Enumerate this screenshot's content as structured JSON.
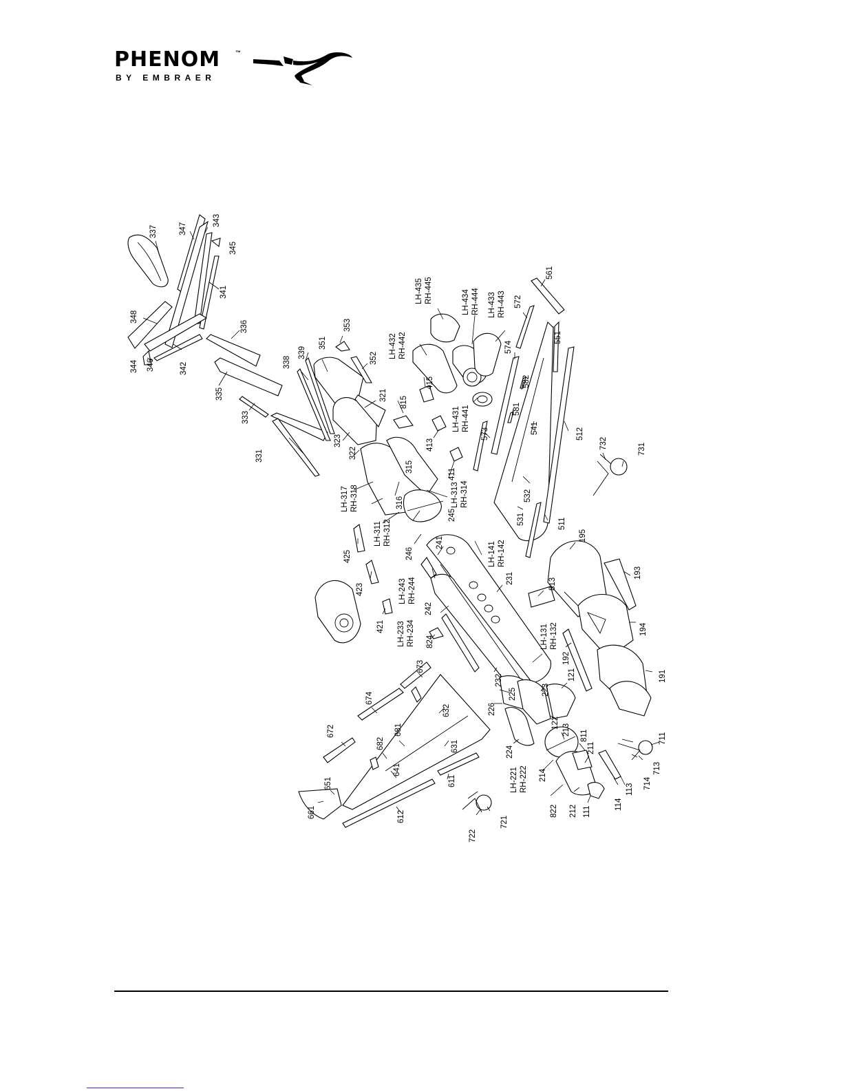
{
  "logo": {
    "brand": "PHENOM",
    "trademark": "™",
    "subtitle": "BY EMBRAER"
  },
  "callouts": [
    {
      "id": "c337",
      "text": "337"
    },
    {
      "id": "c347",
      "text": "347"
    },
    {
      "id": "c343",
      "text": "343"
    },
    {
      "id": "c345",
      "text": "345"
    },
    {
      "id": "c341",
      "text": "341"
    },
    {
      "id": "c348",
      "text": "348"
    },
    {
      "id": "c344",
      "text": "344"
    },
    {
      "id": "c346",
      "text": "346"
    },
    {
      "id": "c342",
      "text": "342"
    },
    {
      "id": "c336",
      "text": "336"
    },
    {
      "id": "c338",
      "text": "338"
    },
    {
      "id": "c339",
      "text": "339"
    },
    {
      "id": "c335",
      "text": "335"
    },
    {
      "id": "c333",
      "text": "333"
    },
    {
      "id": "c331",
      "text": "331"
    },
    {
      "id": "c351",
      "text": "351"
    },
    {
      "id": "c353",
      "text": "353"
    },
    {
      "id": "c352",
      "text": "352"
    },
    {
      "id": "c321",
      "text": "321"
    },
    {
      "id": "c323",
      "text": "323"
    },
    {
      "id": "c322",
      "text": "322"
    },
    {
      "id": "c815",
      "text": "815"
    },
    {
      "id": "c415",
      "text": "415"
    },
    {
      "id": "c413",
      "text": "413"
    },
    {
      "id": "c411",
      "text": "411"
    },
    {
      "id": "c315",
      "text": "315"
    },
    {
      "id": "c316",
      "text": "316"
    },
    {
      "id": "c317",
      "text": "LH-317"
    },
    {
      "id": "c318",
      "text": "RH-318"
    },
    {
      "id": "c313",
      "text": "LH-313"
    },
    {
      "id": "c314",
      "text": "RH-314"
    },
    {
      "id": "c311",
      "text": "LH-311"
    },
    {
      "id": "c312",
      "text": "RH-312"
    },
    {
      "id": "c425",
      "text": "425"
    },
    {
      "id": "c423",
      "text": "423"
    },
    {
      "id": "c421",
      "text": "421"
    },
    {
      "id": "c246",
      "text": "246"
    },
    {
      "id": "c245",
      "text": "245"
    },
    {
      "id": "c241",
      "text": "241"
    },
    {
      "id": "c243",
      "text": "LH-243"
    },
    {
      "id": "c244",
      "text": "RH-244"
    },
    {
      "id": "c242",
      "text": "242"
    },
    {
      "id": "c233",
      "text": "LH-233"
    },
    {
      "id": "c234",
      "text": "RH-234"
    },
    {
      "id": "c824",
      "text": "824"
    },
    {
      "id": "c231",
      "text": "231"
    },
    {
      "id": "c141",
      "text": "LH-141"
    },
    {
      "id": "c142",
      "text": "RH-142"
    },
    {
      "id": "c131",
      "text": "LH-131"
    },
    {
      "id": "c132",
      "text": "RH-132"
    },
    {
      "id": "c813",
      "text": "813"
    },
    {
      "id": "c232",
      "text": "232"
    },
    {
      "id": "c225",
      "text": "225"
    },
    {
      "id": "c226",
      "text": "226"
    },
    {
      "id": "c223",
      "text": "223"
    },
    {
      "id": "c121",
      "text": "121"
    },
    {
      "id": "c122",
      "text": "122"
    },
    {
      "id": "c224",
      "text": "224"
    },
    {
      "id": "c213",
      "text": "213"
    },
    {
      "id": "c811",
      "text": "811"
    },
    {
      "id": "c211",
      "text": "211"
    },
    {
      "id": "c214",
      "text": "214"
    },
    {
      "id": "c221",
      "text": "LH-221"
    },
    {
      "id": "c222",
      "text": "RH-222"
    },
    {
      "id": "c822",
      "text": "822"
    },
    {
      "id": "c212",
      "text": "212"
    },
    {
      "id": "c111",
      "text": "111"
    },
    {
      "id": "c114",
      "text": "114"
    },
    {
      "id": "c113",
      "text": "113"
    },
    {
      "id": "c714",
      "text": "714"
    },
    {
      "id": "c713",
      "text": "713"
    },
    {
      "id": "c711",
      "text": "711"
    },
    {
      "id": "c435",
      "text": "LH-435"
    },
    {
      "id": "c445",
      "text": "RH-445"
    },
    {
      "id": "c434",
      "text": "LH-434"
    },
    {
      "id": "c444",
      "text": "RH-444"
    },
    {
      "id": "c433",
      "text": "LH-433"
    },
    {
      "id": "c443",
      "text": "RH-443"
    },
    {
      "id": "c432",
      "text": "LH-432"
    },
    {
      "id": "c442",
      "text": "RH-442"
    },
    {
      "id": "c431",
      "text": "LH-431"
    },
    {
      "id": "c441",
      "text": "RH-441"
    },
    {
      "id": "c561",
      "text": "561"
    },
    {
      "id": "c572",
      "text": "572"
    },
    {
      "id": "c551",
      "text": "551"
    },
    {
      "id": "c574",
      "text": "574"
    },
    {
      "id": "c582",
      "text": "582"
    },
    {
      "id": "c581",
      "text": "581"
    },
    {
      "id": "c573",
      "text": "573"
    },
    {
      "id": "c541",
      "text": "541"
    },
    {
      "id": "c512",
      "text": "512"
    },
    {
      "id": "c532",
      "text": "532"
    },
    {
      "id": "c531",
      "text": "531"
    },
    {
      "id": "c511",
      "text": "511"
    },
    {
      "id": "c732",
      "text": "732"
    },
    {
      "id": "c731",
      "text": "731"
    },
    {
      "id": "c195",
      "text": "195"
    },
    {
      "id": "c193",
      "text": "193"
    },
    {
      "id": "c194",
      "text": "194"
    },
    {
      "id": "c192",
      "text": "192"
    },
    {
      "id": "c191",
      "text": "191"
    },
    {
      "id": "c673",
      "text": "673"
    },
    {
      "id": "c674",
      "text": "674"
    },
    {
      "id": "c632",
      "text": "632"
    },
    {
      "id": "c672",
      "text": "672"
    },
    {
      "id": "c681",
      "text": "681"
    },
    {
      "id": "c682",
      "text": "682"
    },
    {
      "id": "c641",
      "text": "641"
    },
    {
      "id": "c631",
      "text": "631"
    },
    {
      "id": "c651",
      "text": "651"
    },
    {
      "id": "c661",
      "text": "661"
    },
    {
      "id": "c611",
      "text": "611"
    },
    {
      "id": "c612",
      "text": "612"
    },
    {
      "id": "c722",
      "text": "722"
    },
    {
      "id": "c721",
      "text": "721"
    }
  ]
}
